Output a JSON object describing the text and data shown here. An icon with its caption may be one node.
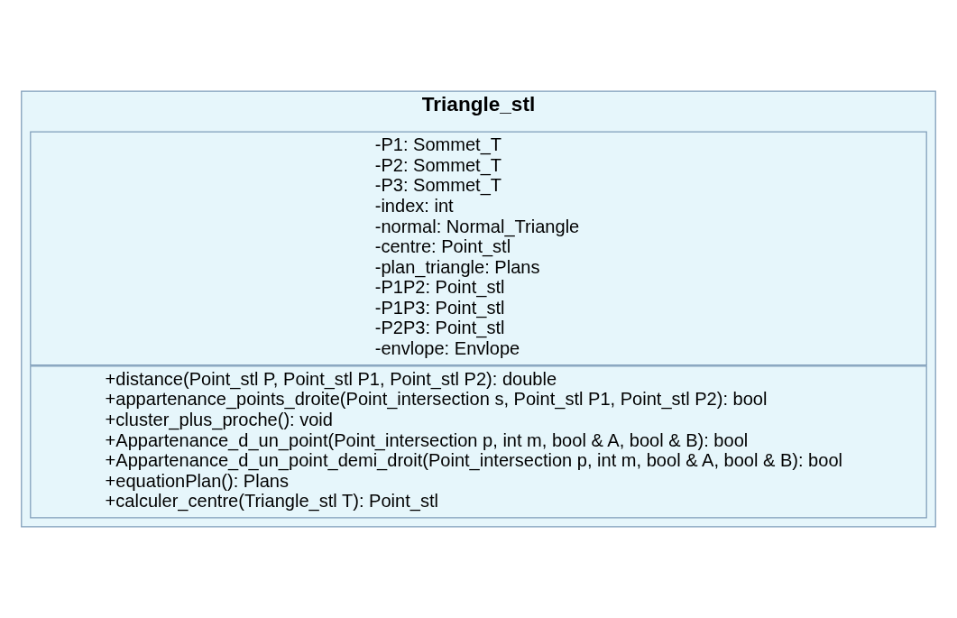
{
  "diagram": {
    "nodes": [
      {
        "text": [
          "Triangle_stl"
        ]
      },
      {
        "text": [
          "-P1: Sommet_T",
          "-P2: Sommet_T",
          "-P3: Sommet_T",
          "-index: int",
          "-normal: Normal_Triangle",
          "-centre: Point_stl",
          "-plan_triangle: Plans",
          "-P1P2: Point_stl",
          "-P1P3: Point_stl",
          "-P2P3: Point_stl",
          "-envlope: Envlope"
        ],
        "in": 0
      },
      {
        "text": [
          "+distance(Point_stl P, Point_stl P1, Point_stl P2): double",
          "+appartenance_points_droite(Point_intersection s, Point_stl P1, Point_stl P2): bool",
          "+cluster_plus_proche(): void",
          "+Appartenance_d_un_point(Point_intersection p, int m, bool & A, bool & B): bool",
          "+Appartenance_d_un_point_demi_droit(Point_intersection p, int m, bool & A, bool & B): bool",
          "+equationPlan(): Plans",
          "+calculer_centre(Triangle_stl T): Point_stl"
        ],
        "in": 0
      }
    ],
    "edges": []
  }
}
